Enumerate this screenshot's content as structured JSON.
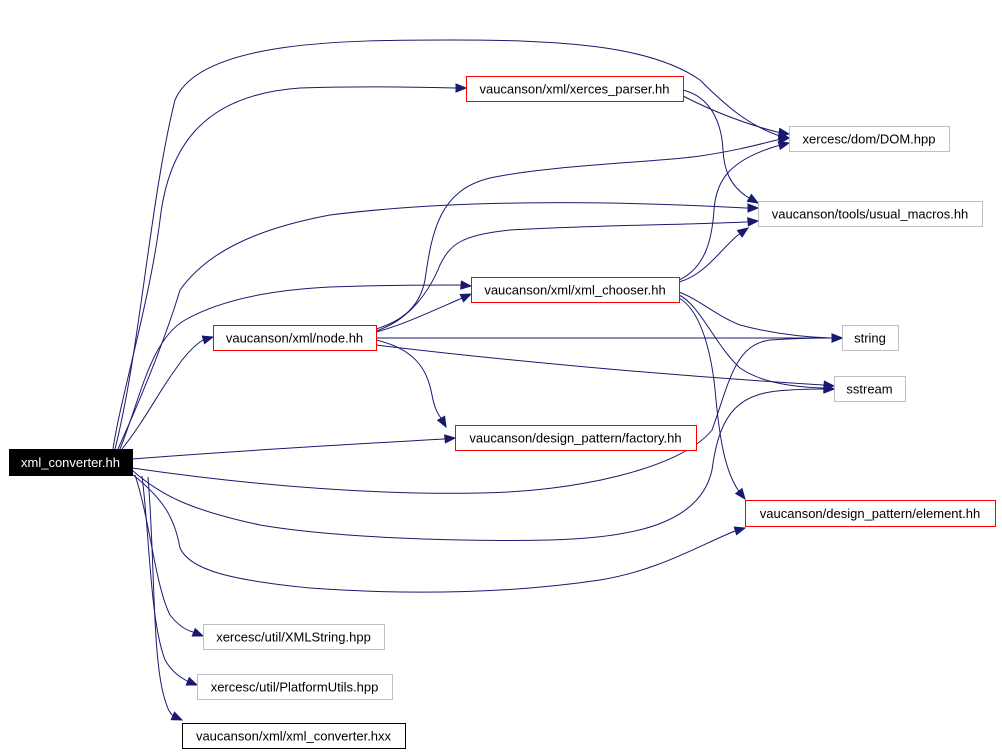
{
  "graph": {
    "root": "xml_converter.hh",
    "nodes": [
      {
        "id": "root",
        "label": "xml_converter.hh",
        "style": "root"
      },
      {
        "id": "xerces_parser",
        "label": "vaucanson/xml/xerces_parser.hh",
        "style": "red"
      },
      {
        "id": "dom",
        "label": "xercesc/dom/DOM.hpp",
        "style": "gray"
      },
      {
        "id": "usual_macros",
        "label": "vaucanson/tools/usual_macros.hh",
        "style": "gray"
      },
      {
        "id": "xml_chooser",
        "label": "vaucanson/xml/xml_chooser.hh",
        "style": "red"
      },
      {
        "id": "node",
        "label": "vaucanson/xml/node.hh",
        "style": "red"
      },
      {
        "id": "string",
        "label": "string",
        "style": "gray"
      },
      {
        "id": "sstream",
        "label": "sstream",
        "style": "gray"
      },
      {
        "id": "factory",
        "label": "vaucanson/design_pattern/factory.hh",
        "style": "red"
      },
      {
        "id": "element",
        "label": "vaucanson/design_pattern/element.hh",
        "style": "red"
      },
      {
        "id": "xmlstring",
        "label": "xercesc/util/XMLString.hpp",
        "style": "gray"
      },
      {
        "id": "platformutils",
        "label": "xercesc/util/PlatformUtils.hpp",
        "style": "gray"
      },
      {
        "id": "converter_hxx",
        "label": "vaucanson/xml/xml_converter.hxx",
        "style": "black"
      }
    ],
    "edges": [
      {
        "from": "root",
        "to": "xerces_parser"
      },
      {
        "from": "root",
        "to": "dom"
      },
      {
        "from": "root",
        "to": "usual_macros"
      },
      {
        "from": "root",
        "to": "xml_chooser"
      },
      {
        "from": "root",
        "to": "node"
      },
      {
        "from": "root",
        "to": "factory"
      },
      {
        "from": "root",
        "to": "string"
      },
      {
        "from": "root",
        "to": "sstream"
      },
      {
        "from": "root",
        "to": "element"
      },
      {
        "from": "root",
        "to": "xmlstring"
      },
      {
        "from": "root",
        "to": "platformutils"
      },
      {
        "from": "root",
        "to": "converter_hxx"
      },
      {
        "from": "xerces_parser",
        "to": "dom"
      },
      {
        "from": "xerces_parser",
        "to": "usual_macros"
      },
      {
        "from": "node",
        "to": "dom"
      },
      {
        "from": "node",
        "to": "usual_macros"
      },
      {
        "from": "node",
        "to": "xml_chooser"
      },
      {
        "from": "node",
        "to": "string"
      },
      {
        "from": "node",
        "to": "sstream"
      },
      {
        "from": "node",
        "to": "factory"
      },
      {
        "from": "xml_chooser",
        "to": "dom"
      },
      {
        "from": "xml_chooser",
        "to": "usual_macros"
      },
      {
        "from": "xml_chooser",
        "to": "string"
      },
      {
        "from": "xml_chooser",
        "to": "sstream"
      },
      {
        "from": "xml_chooser",
        "to": "element"
      }
    ],
    "colors": {
      "edge": "#191970",
      "red_border": "#ff0000",
      "gray_border": "#bfbfbf",
      "root_fill": "#000000",
      "root_text": "#ffffff",
      "text": "#000000"
    }
  }
}
